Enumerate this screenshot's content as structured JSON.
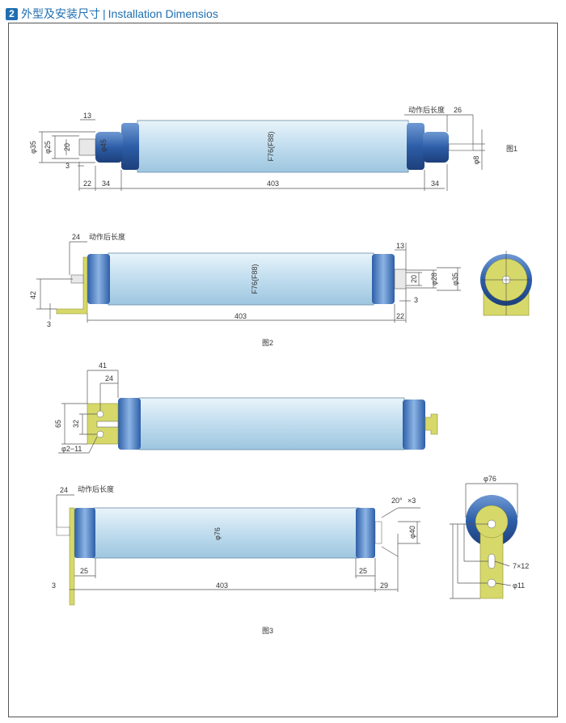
{
  "header": {
    "number": "2",
    "title_cn": "外型及安装尺寸",
    "separator": "|",
    "title_en": "Installation Dimensios"
  },
  "figures": {
    "fig1": {
      "label": "图1",
      "body_text": "F76(F88)",
      "after_action_length": "动作后长度",
      "dims": {
        "d35": "φ35",
        "d25": "φ25",
        "d20": "20",
        "d45": "φ45",
        "d8": "φ8",
        "l13": "13",
        "l3": "3",
        "l22": "22",
        "l34a": "34",
        "l403": "403",
        "l34b": "34",
        "l26": "26"
      }
    },
    "fig2": {
      "label": "图2",
      "body_text": "F76(F88)",
      "after_action_length": "动作后长度",
      "dims": {
        "l24": "24",
        "l42": "42",
        "l3a": "3",
        "l403": "403",
        "l22": "22",
        "l13": "13",
        "d20": "20",
        "d28": "φ28",
        "d35": "φ35",
        "l3b": "3"
      }
    },
    "fig3": {
      "label": "图3",
      "after_action_length": "动作后长度",
      "dims": {
        "l41": "41",
        "l24a": "24",
        "l65": "65",
        "l32": "32",
        "hole": "φ2−11",
        "l24b": "24",
        "l25a": "25",
        "l25b": "25",
        "l3": "3",
        "l403": "403",
        "l29": "29",
        "d76a": "φ76",
        "angle": "20°",
        "x3": "×3",
        "d40": "φ40",
        "d76b": "φ76",
        "slot": "7×12",
        "d11": "φ11"
      }
    }
  },
  "colors": {
    "tube": "#cfe6f2",
    "cap": "#2f5fa8",
    "bracket": "#d6d96a",
    "accent": "#1f6fb2"
  }
}
